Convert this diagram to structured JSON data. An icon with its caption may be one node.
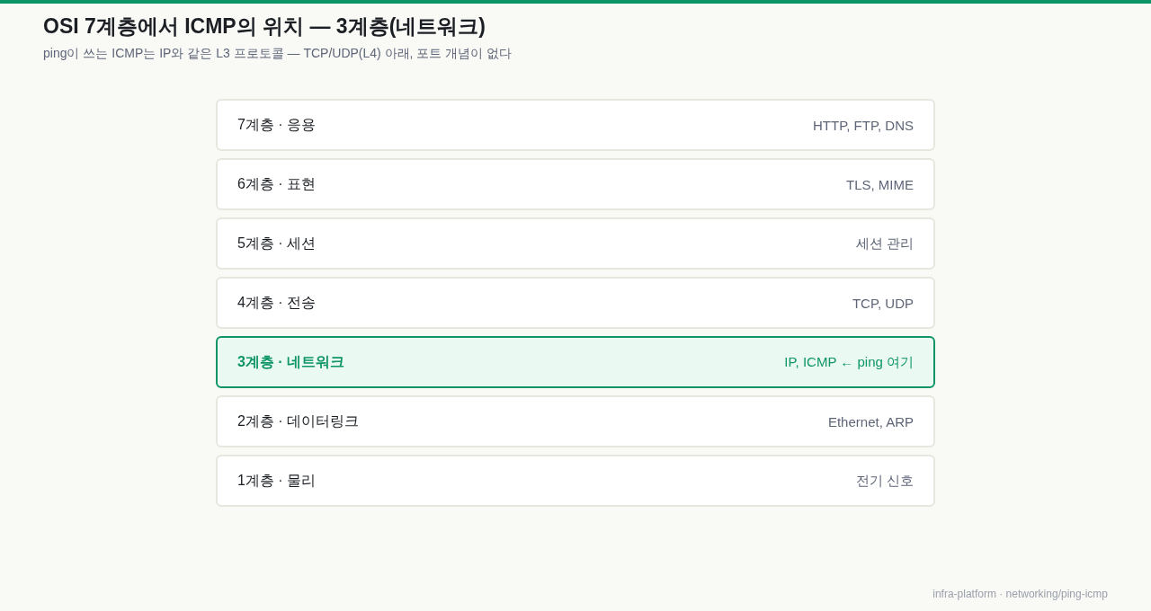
{
  "diagram": {
    "title": "OSI 7계층에서 ICMP의 위치 — 3계층(네트워크)",
    "nodes": [
      {
        "text": [
          "7계층 · 응용",
          "HTTP, FTP, DNS"
        ]
      },
      {
        "text": [
          "6계층 · 표현",
          "TLS, MIME"
        ]
      },
      {
        "text": [
          "5계층 · 세션",
          "세션 관리"
        ]
      },
      {
        "text": [
          "4계층 · 전송",
          "TCP, UDP"
        ]
      },
      {
        "text": [
          "3계층 · 네트워크",
          "IP, ICMP ← ping 여기"
        ]
      },
      {
        "text": [
          "2계층 · 데이터링크",
          "Ethernet, ARP"
        ]
      },
      {
        "text": [
          "1계층 · 물리",
          "전기 신호"
        ]
      }
    ],
    "edges": [],
    "labels": [
      "ping이 쓰는 ICMP는 IP와 같은 L3 프로토콜 — TCP/UDP(L4) 아래, 포트 개념이 없다",
      "infra-platform · networking/ping-icmp"
    ]
  }
}
